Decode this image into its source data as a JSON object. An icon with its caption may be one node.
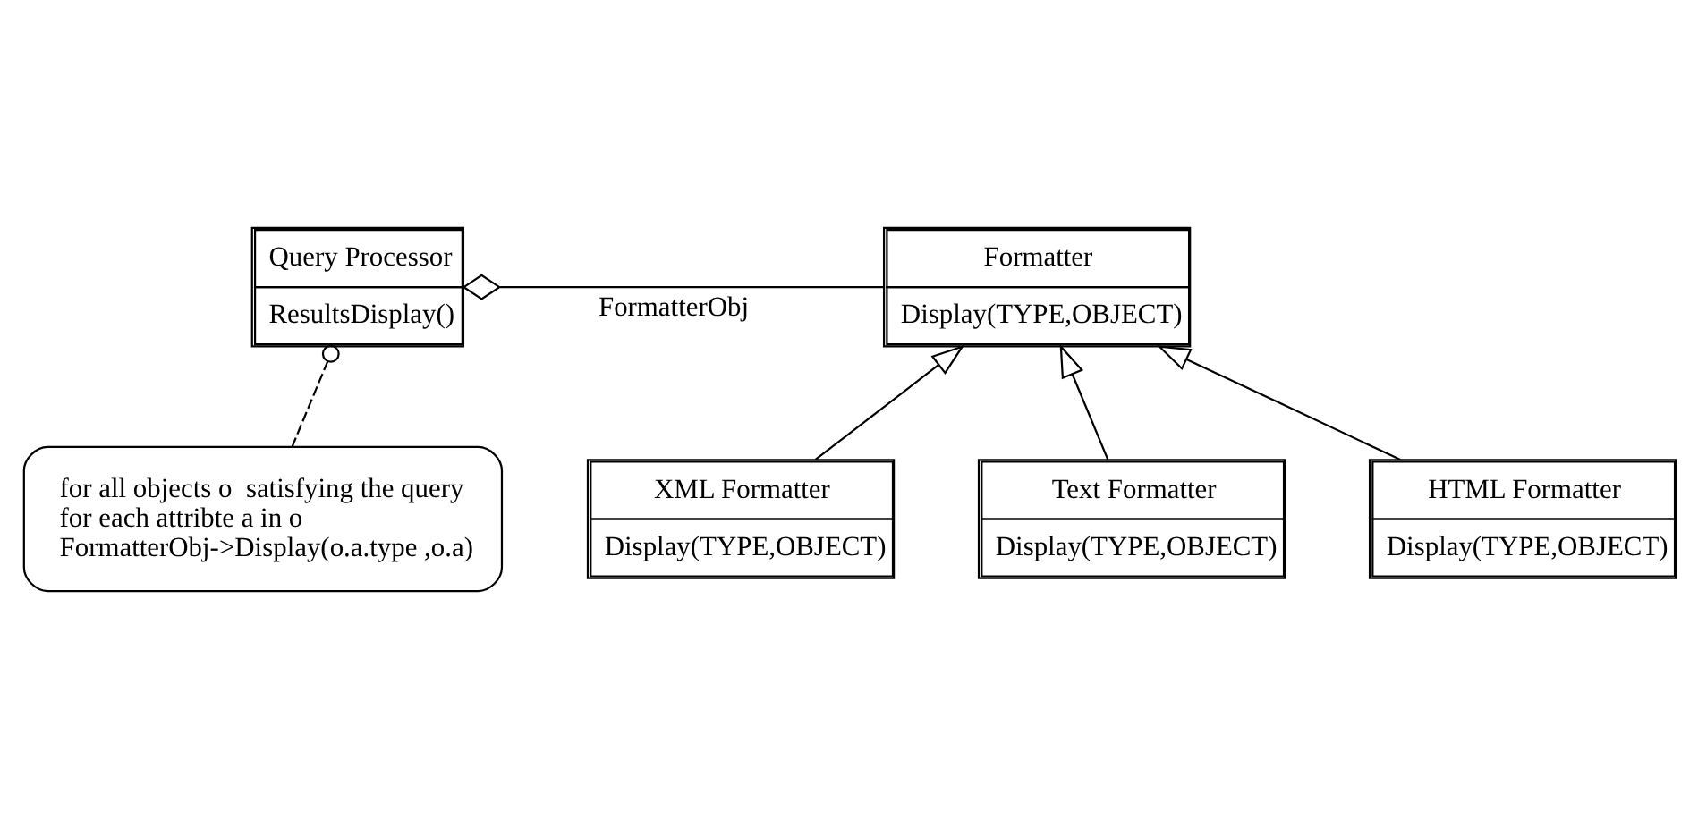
{
  "diagram": {
    "nodes": [
      {
        "text": [
          "Query Processor",
          "ResultsDisplay()"
        ]
      },
      {
        "text": [
          "Formatter",
          "Display(TYPE,OBJECT)"
        ]
      },
      {
        "text": [
          "for all objects o  satisfying the query",
          "for each attribte a in o",
          "FormatterObj->Display(o.a.type ,o.a)"
        ]
      },
      {
        "text": [
          "XML Formatter",
          "Display(TYPE,OBJECT)"
        ]
      },
      {
        "text": [
          "Text Formatter",
          "Display(TYPE,OBJECT)"
        ]
      },
      {
        "text": [
          "HTML Formatter",
          "Display(TYPE,OBJECT)"
        ]
      }
    ],
    "edges": [
      {
        "from": 0,
        "to": 1,
        "arrow": "other",
        "label": "FormatterObj"
      },
      {
        "from": 2,
        "to": 0,
        "arrow": "other",
        "style": "dashed"
      },
      {
        "from": 3,
        "to": 1,
        "arrow": "to"
      },
      {
        "from": 4,
        "to": 1,
        "arrow": "to"
      },
      {
        "from": 5,
        "to": 1,
        "arrow": "to"
      }
    ]
  }
}
